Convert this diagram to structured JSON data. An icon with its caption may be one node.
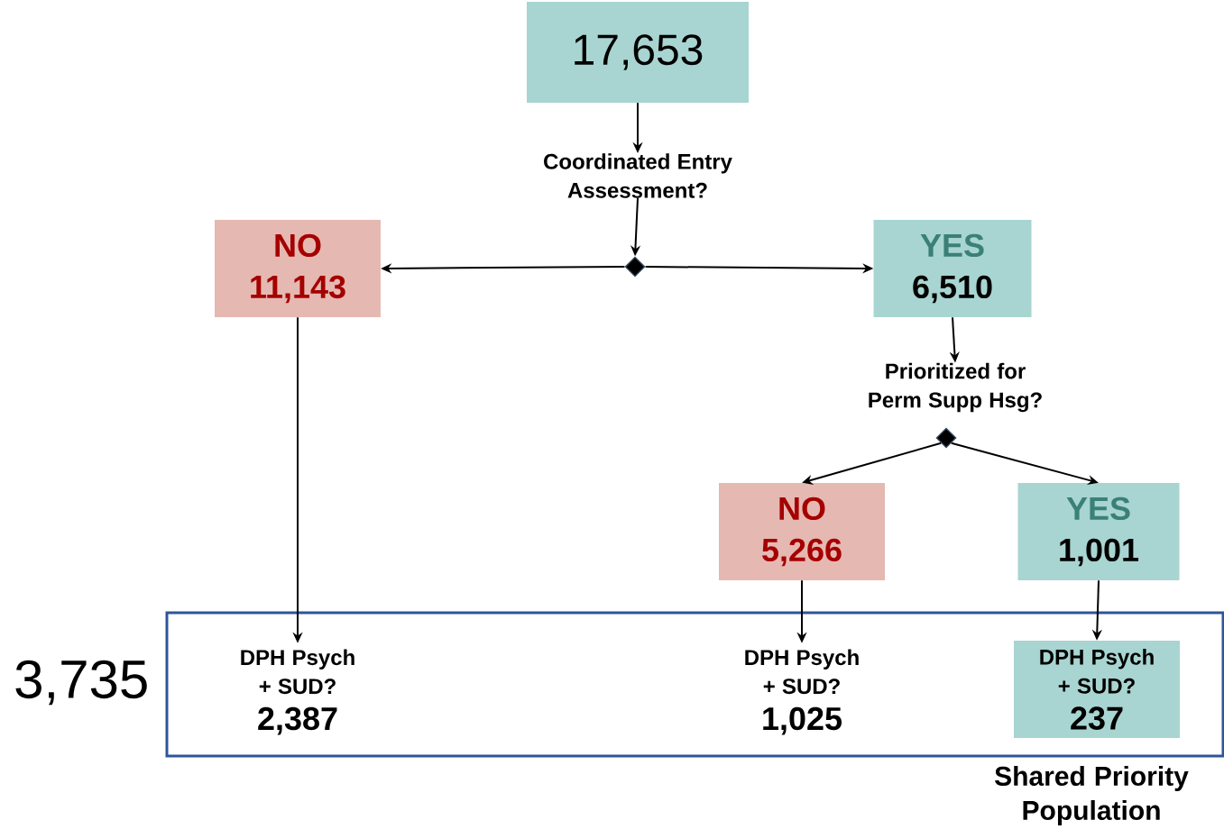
{
  "diagram": {
    "nodes": [
      {
        "text": [
          "17,653"
        ]
      },
      {
        "text": [
          "Coordinated Entry Assessment?"
        ]
      },
      {
        "text": [],
        "shape": "diamond"
      },
      {
        "text": [
          "NO",
          "11,143"
        ]
      },
      {
        "text": [
          "YES",
          "6,510"
        ]
      },
      {
        "text": [
          "Prioritized for Perm Supp Hsg?"
        ]
      },
      {
        "text": [],
        "shape": "diamond"
      },
      {
        "text": [
          "NO",
          "5,266"
        ]
      },
      {
        "text": [
          "YES",
          "1,001"
        ]
      },
      {
        "text": [],
        "shape": "box",
        "beside": [
          "3,735"
        ]
      },
      {
        "text": [
          "DPH Psych + SUD?",
          "2,387"
        ],
        "in": 9
      },
      {
        "text": [
          "DPH Psych + SUD?",
          "1,025"
        ],
        "in": 9
      },
      {
        "text": [
          "DPH Psych + SUD?",
          "237"
        ],
        "in": 9
      }
    ],
    "edges": [
      {
        "from": 0,
        "to": 1,
        "arrow": "to"
      },
      {
        "from": 1,
        "to": 2,
        "arrow": "to"
      },
      {
        "from": 2,
        "to": 3,
        "arrow": "to"
      },
      {
        "from": 2,
        "to": 4,
        "arrow": "to"
      },
      {
        "from": 4,
        "to": 5,
        "arrow": "to"
      },
      {
        "from": 6,
        "to": 7,
        "arrow": "to"
      },
      {
        "from": 6,
        "to": 8,
        "arrow": "to"
      },
      {
        "from": 3,
        "to": 10,
        "arrow": "to"
      },
      {
        "from": 7,
        "to": 11,
        "arrow": "to"
      },
      {
        "from": 8,
        "to": 12,
        "arrow": "to"
      }
    ],
    "labels": [
      "Shared Priority Population"
    ]
  }
}
